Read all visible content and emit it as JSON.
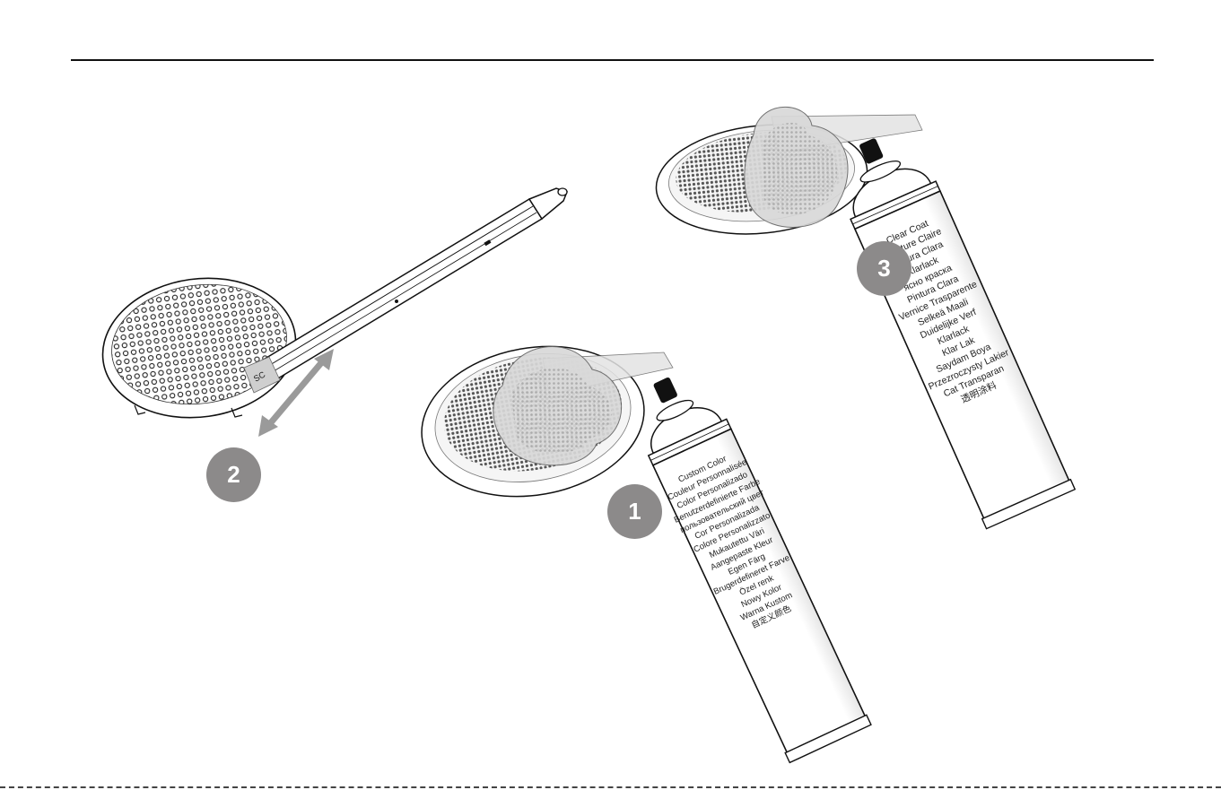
{
  "steps": {
    "step1": "1",
    "step2": "2",
    "step3": "3"
  },
  "can1": {
    "languages": [
      "Custom Color",
      "Couleur Personnalisée",
      "Color Personalizado",
      "Benutzerdefinierte Farbe",
      "пользовательский цвет",
      "Cor Personalizada",
      "Colore Personalizzato",
      "Mukautettu Väri",
      "Aangepaste Kleur",
      "Egen Färg",
      "Brugerdefineret Farve",
      "Özel renk",
      "Nowy Kolor",
      "Warna Kustom",
      "自定义颜色"
    ]
  },
  "can3": {
    "languages": [
      "Clear Coat",
      "Peinture Claire",
      "Pintura Clara",
      "Klarlack",
      "ясно краска",
      "Pintura Clara",
      "Vernice Trasparente",
      "Selkeä Maali",
      "Duidelijke Verf",
      "Klarlack",
      "Klar Lak",
      "Saydam Boya",
      "Przezroczysty Lakier",
      "Cat Transparan",
      "透明涂料"
    ]
  },
  "pen_label": "SC",
  "colors": {
    "badge": "#8c8a8a",
    "line": "#111111",
    "sticker": "#d9d9d9",
    "arrow": "#9a9a9a"
  },
  "icons": {
    "badge": "numbered-step-circle",
    "arrow": "double-headed-arrow"
  }
}
